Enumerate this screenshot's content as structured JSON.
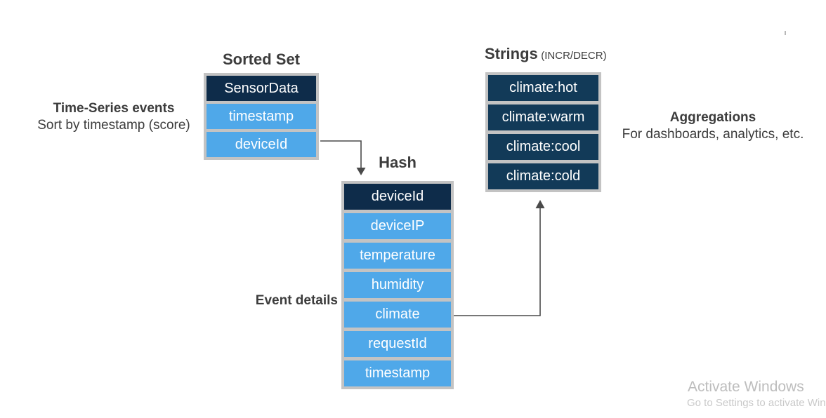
{
  "colors": {
    "header_navy": "#0e2c4a",
    "strings_navy": "#123a58",
    "cell_blue": "#4fa8e9",
    "box_border": "#c3c3c3",
    "label_dark": "#3c3c3c",
    "arrow": "#4a4a4a",
    "cell_text": "#ffffff",
    "watermark_primary": "#bdbdbd",
    "watermark_secondary": "#c9c9c9"
  },
  "sorted_set": {
    "title": "Sorted Set",
    "key": "SensorData",
    "cells": [
      "timestamp",
      "deviceId"
    ],
    "annotation": {
      "line1": "Time-Series events",
      "line2": "Sort by timestamp (score)"
    }
  },
  "hash": {
    "title": "Hash",
    "key": "deviceId",
    "cells": [
      "deviceIP",
      "temperature",
      "humidity",
      "climate",
      "requestId",
      "timestamp"
    ],
    "annotation": "Event details"
  },
  "strings": {
    "title": "Strings",
    "title_note": "(INCR/DECR)",
    "cells": [
      "climate:hot",
      "climate:warm",
      "climate:cool",
      "climate:cold"
    ],
    "annotation": {
      "line1": "Aggregations",
      "line2": "For dashboards, analytics, etc."
    }
  },
  "watermark": {
    "line1": "Activate Windows",
    "line2": "Go to Settings to activate Win"
  }
}
